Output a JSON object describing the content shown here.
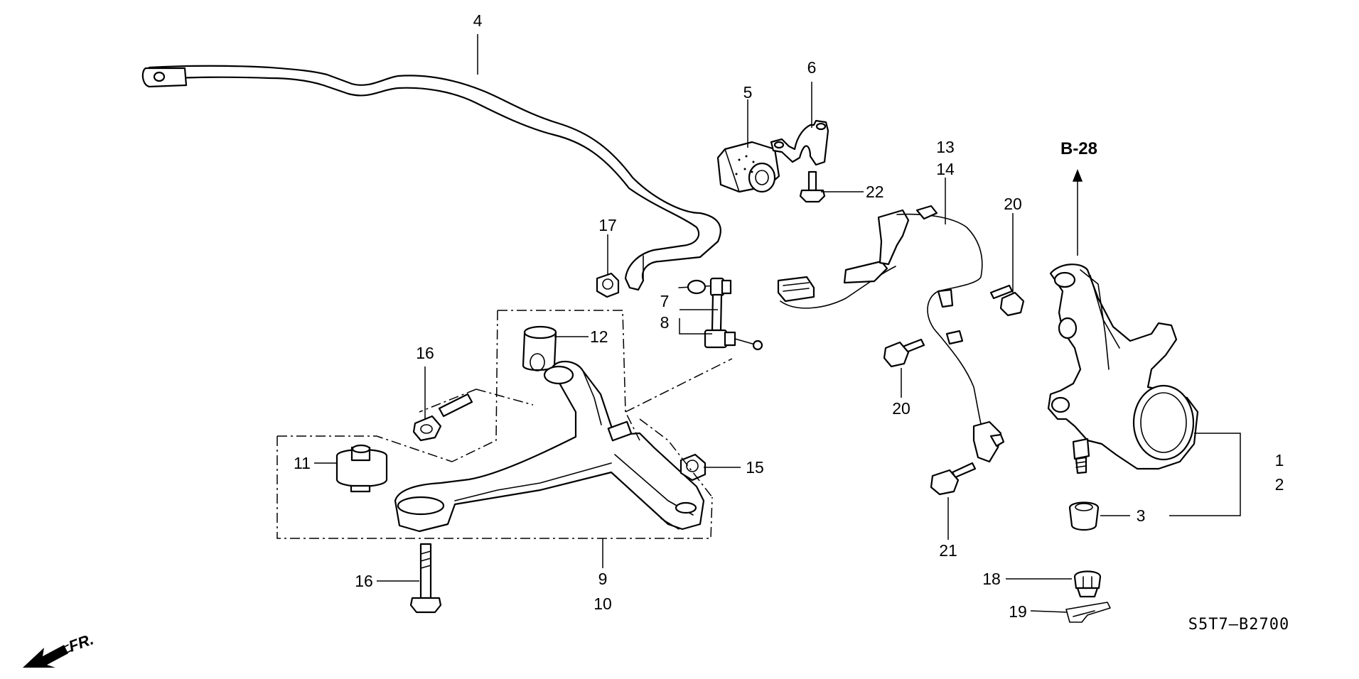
{
  "diagram": {
    "reference_label": "B-28",
    "diagram_code": "S5T7—B2700",
    "front_label": "FR.",
    "callouts": {
      "c1": "1",
      "c2": "2",
      "c3": "3",
      "c4": "4",
      "c5": "5",
      "c6": "6",
      "c7": "7",
      "c8": "8",
      "c9": "9",
      "c10": "10",
      "c11": "11",
      "c12": "12",
      "c13": "13",
      "c14": "14",
      "c15": "15",
      "c16a": "16",
      "c16b": "16",
      "c17": "17",
      "c18": "18",
      "c19": "19",
      "c20a": "20",
      "c20b": "20",
      "c21": "21",
      "c22": "22"
    },
    "icons": {
      "front_arrow": "arrow-left-down-icon",
      "reference_arrow": "arrow-up-icon"
    }
  }
}
